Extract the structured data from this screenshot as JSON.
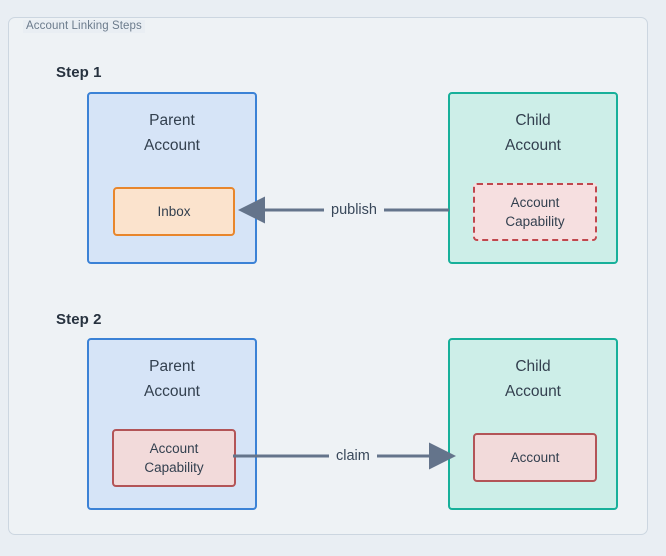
{
  "diagram": {
    "title": "Account Linking Steps",
    "background_color": "#eef2f5",
    "border_color": "#ccd6e0",
    "steps": [
      {
        "label": "Step 1",
        "left_node": {
          "title": "Parent\nAccount",
          "fill": "#d6e4f7",
          "stroke": "#3b82d6",
          "inner": {
            "label": "Inbox",
            "fill": "#fbe3cd",
            "stroke": "#e8862c",
            "stroke_style": "solid"
          }
        },
        "right_node": {
          "title": "Child\nAccount",
          "fill": "#cdeee8",
          "stroke": "#17b09a",
          "inner": {
            "label": "Account\nCapability",
            "fill": "#f6dfe0",
            "stroke": "#c0474d",
            "stroke_style": "dashed"
          }
        },
        "connector": {
          "label": "publish",
          "direction": "right-to-left",
          "color": "#64748b"
        }
      },
      {
        "label": "Step 2",
        "left_node": {
          "title": "Parent\nAccount",
          "fill": "#d6e4f7",
          "stroke": "#3b82d6",
          "inner": {
            "label": "Account\nCapability",
            "fill": "#f2dada",
            "stroke": "#b35457",
            "stroke_style": "solid"
          }
        },
        "right_node": {
          "title": "Child\nAccount",
          "fill": "#cdeee8",
          "stroke": "#17b09a",
          "inner": {
            "label": "Account",
            "fill": "#f2dada",
            "stroke": "#b35457",
            "stroke_style": "solid"
          }
        },
        "connector": {
          "label": "claim",
          "direction": "left-to-right",
          "color": "#64748b"
        }
      }
    ]
  }
}
